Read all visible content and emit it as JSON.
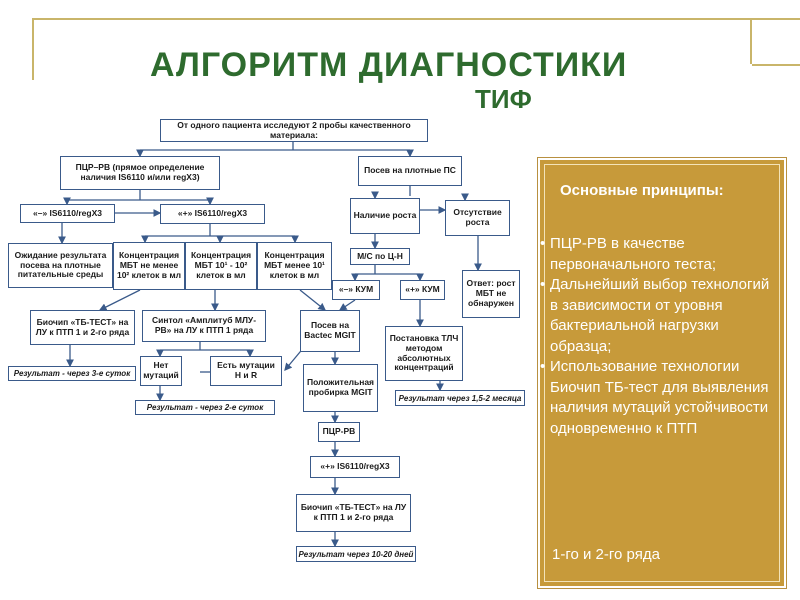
{
  "slide": {
    "title": "АЛГОРИТМ ДИАГНОСТИКИ",
    "subtitle_fragment": "ТИФ"
  },
  "flowchart": {
    "top": "От одного пациента исследуют 2 пробы качественного материала:",
    "pcr": "ПЦР–РВ (прямое определение наличия IS6110 и/или regX3)",
    "culture": "Посев на плотные ПС",
    "neg": "«–» IS6110/regX3",
    "pos": "«+» IS6110/regX3",
    "growth": "Наличие роста",
    "nogrowth": "Отсутствие роста",
    "wait": "Ожидание результата посева на плотные питательные среды",
    "conc1": "Концентрация МБТ не менее 10² клеток в мл",
    "conc2": "Концентрация МБТ 10¹ - 10² клеток в мл",
    "conc3": "Концентрация МБТ менее 10¹ клеток в мл",
    "mscn": "М/С по Ц-Н",
    "kum_neg": "«–» КУМ",
    "kum_pos": "«+» КУМ",
    "answer": "Ответ: рост МБТ не обнаружен",
    "biochip1": "Биочип «ТБ-ТЕСТ» на ЛУ к ПТП 1 и 2-го ряда",
    "syntol": "Синтол «Амплитуб МЛУ-РВ» на ЛУ к ПТП 1 ряда",
    "bactec": "Посев на Bactec MGIT",
    "tlch": "Постановка ТЛЧ методом абсолютных концентраций",
    "res1": "Результат - через 3-е суток",
    "nomut": "Нет мутаций",
    "mut": "Есть мутации H и R",
    "posmgit": "Положительная пробирка MGIT",
    "res2": "Результат - через 2-е суток",
    "res3": "Результат через 1,5-2 месяца",
    "pcr2": "ПЦР-РВ",
    "pos2": "«+» IS6110/regX3",
    "biochip2": "Биочип «ТБ-ТЕСТ» на ЛУ к ПТП 1 и 2-го ряда",
    "res4": "Результат через 10-20 дней"
  },
  "panel": {
    "title": "Основные принципы:",
    "bullet": "•",
    "items": [
      "ПЦР-РВ в качестве первоначального теста;",
      "Дальнейший выбор технологий в зависимости от уровня бактериальной нагрузки образца;",
      "Использование технологии Биочип ТБ-тест для выявления наличия мутаций устойчивости одновременно к ПТП"
    ],
    "tail": "1-го и 2-го ряда"
  },
  "colors": {
    "title": "#2e6b2e",
    "panel_bg": "#c79a3a",
    "box_border": "#3a5a8a",
    "frame": "#c9b56a"
  }
}
